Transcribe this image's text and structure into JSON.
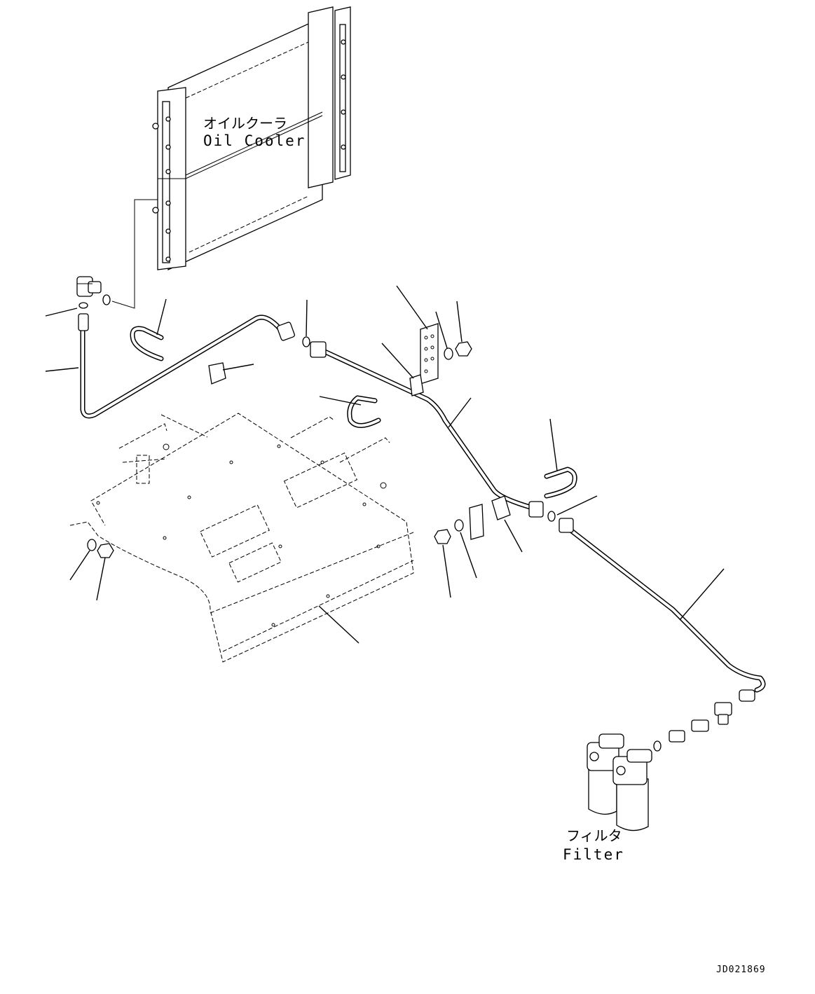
{
  "labels": {
    "oil_cooler_jp": "オイルクーラ",
    "oil_cooler_en": "Oil Cooler",
    "filter_jp": "フィルタ",
    "filter_en": "Filter",
    "drawing_code": "JD021869"
  }
}
